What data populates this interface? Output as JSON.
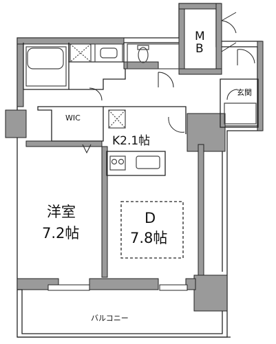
{
  "rooms": {
    "mb": {
      "line1": "M",
      "line2": "B"
    },
    "genkan": "玄関",
    "wic": "WIC",
    "kitchen": "K2.1帖",
    "western": {
      "name": "洋室",
      "size": "7.2帖"
    },
    "dining": {
      "name": "D",
      "size": "7.8帖"
    },
    "balcony": "バルコニー"
  },
  "colors": {
    "wall": "#9a9a9a",
    "line": "#222222",
    "fixture": "#444444"
  }
}
